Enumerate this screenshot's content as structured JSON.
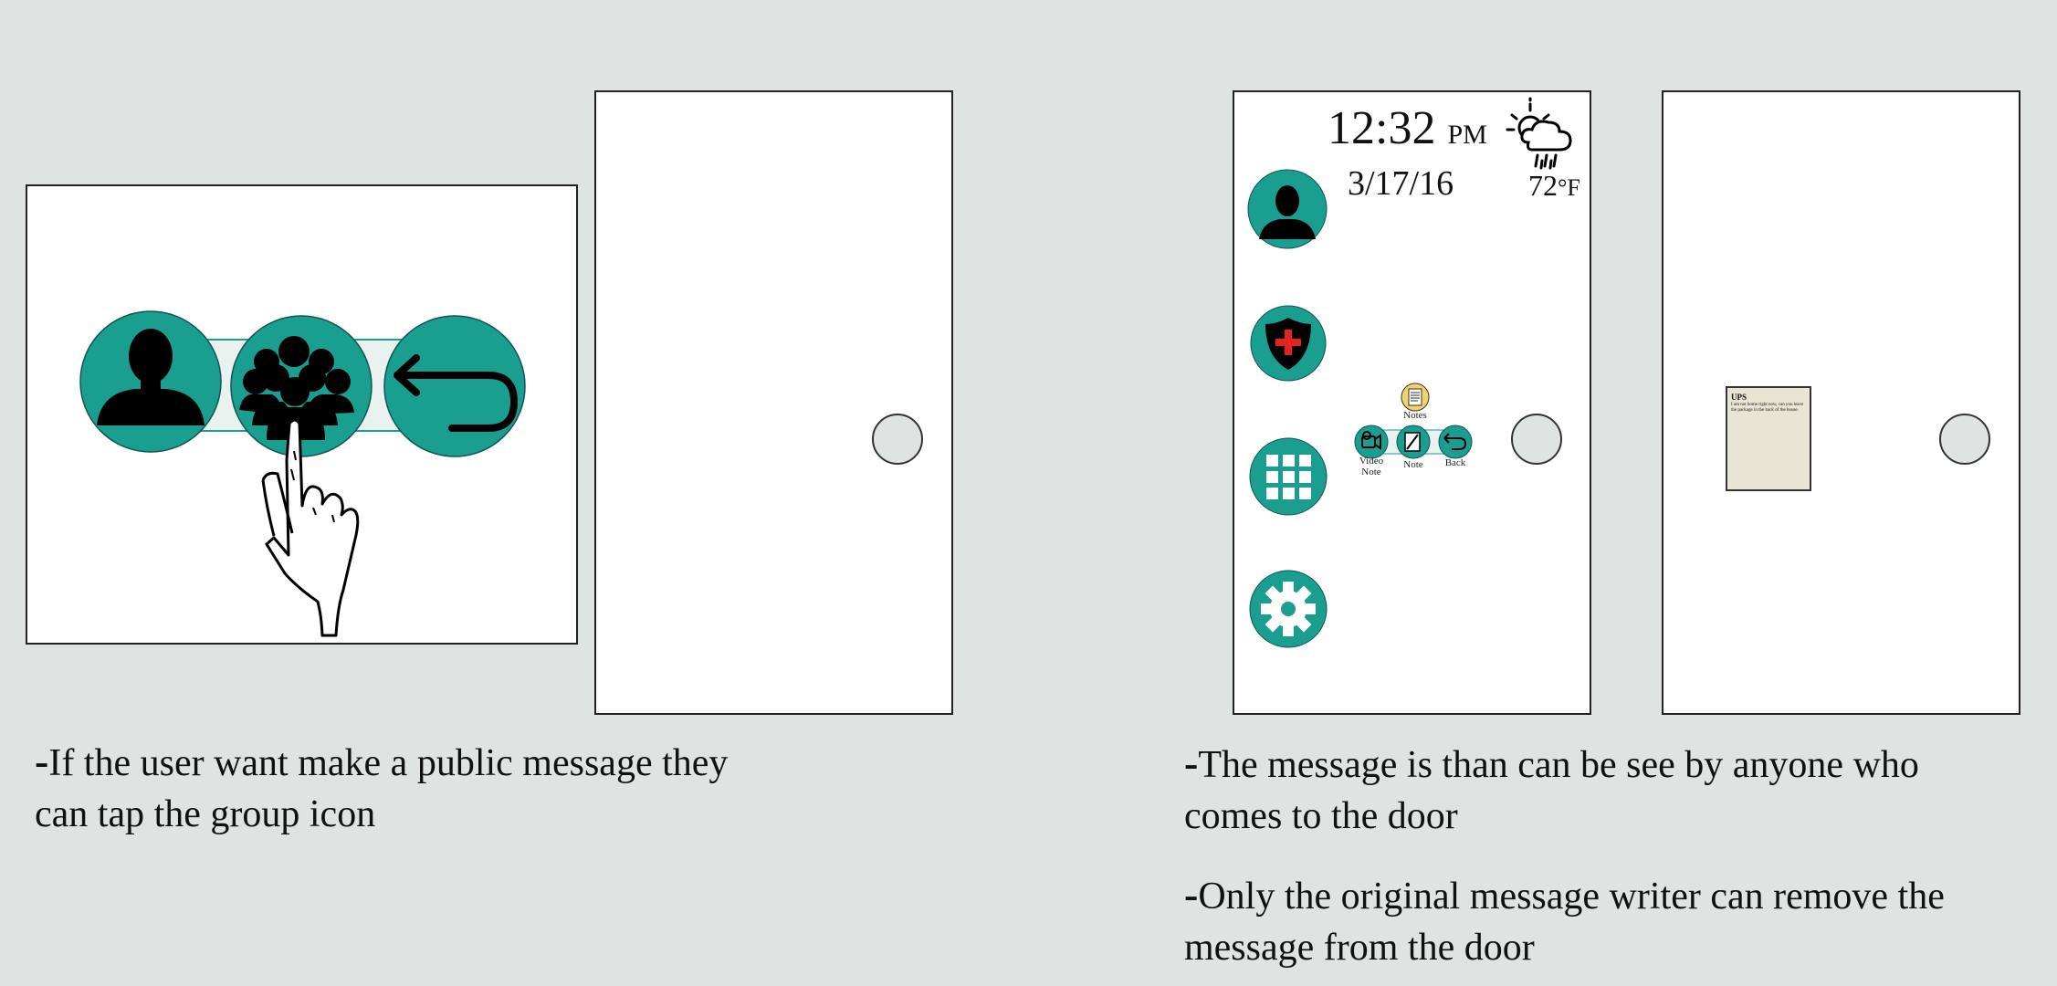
{
  "slide1": {
    "caption_line1": "If the user want make a public message they",
    "caption_line2": "can tap the group icon",
    "icons": [
      "person-icon",
      "group-icon",
      "back-arrow-icon",
      "pointing-hand-icon"
    ]
  },
  "slide2": {
    "time": "12:32",
    "ampm": "PM",
    "date": "3/17/16",
    "temp": "72",
    "temp_unit": "°F",
    "notes_label": "Notes",
    "video_note_label_1": "Video",
    "video_note_label_2": "Note",
    "note_label": "Note",
    "back_label": "Back",
    "caption1_line1": "The message is than can be see by anyone who",
    "caption1_line2": "comes to the door",
    "caption2_line1": "Only the original message writer can remove the",
    "caption2_line2": "message from the door"
  },
  "note_card": {
    "title": "UPS",
    "body": "I am not home right now, can you leave the package in the back of the house."
  },
  "colors": {
    "teal": "#1a9e8f",
    "background": "#dfe4e3",
    "note": "#e8e5d5",
    "red": "#e32222"
  }
}
